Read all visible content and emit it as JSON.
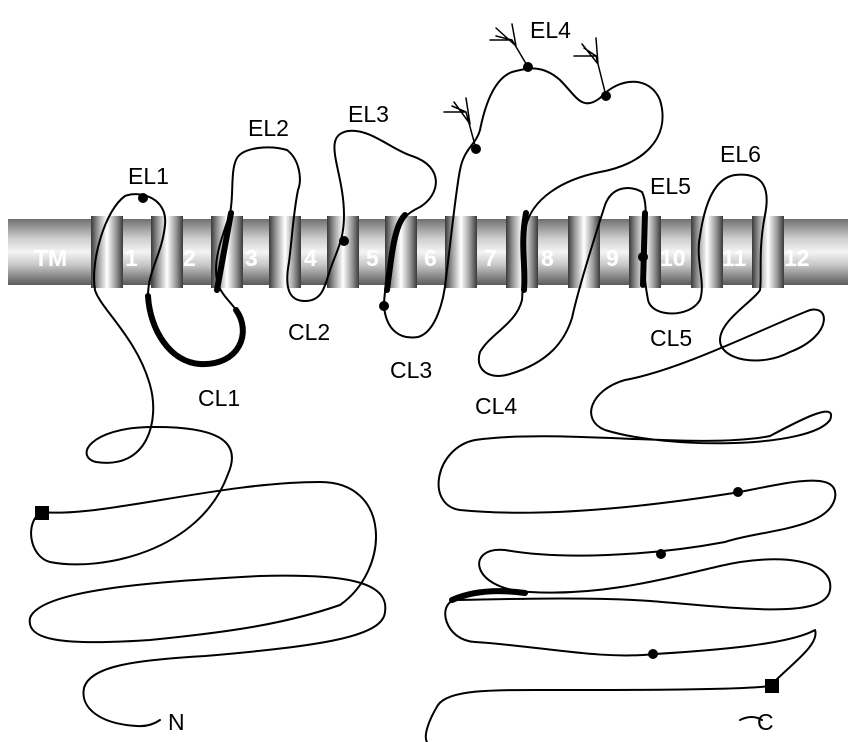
{
  "membrane": {
    "label": "TM",
    "segments": [
      "1",
      "2",
      "3",
      "4",
      "5",
      "6",
      "7",
      "8",
      "9",
      "10",
      "11",
      "12"
    ]
  },
  "loops": {
    "extracellular": [
      "EL1",
      "EL2",
      "EL3",
      "EL4",
      "EL5",
      "EL6"
    ],
    "cytoplasmic": [
      "CL1",
      "CL2",
      "CL3",
      "CL4",
      "CL5"
    ]
  },
  "termini": {
    "n": "N",
    "c": "C"
  },
  "colors": {
    "line": "#000000",
    "membrane_dark": "#4a4a4a",
    "membrane_light": "#f2f2f2",
    "background": "#ffffff"
  }
}
